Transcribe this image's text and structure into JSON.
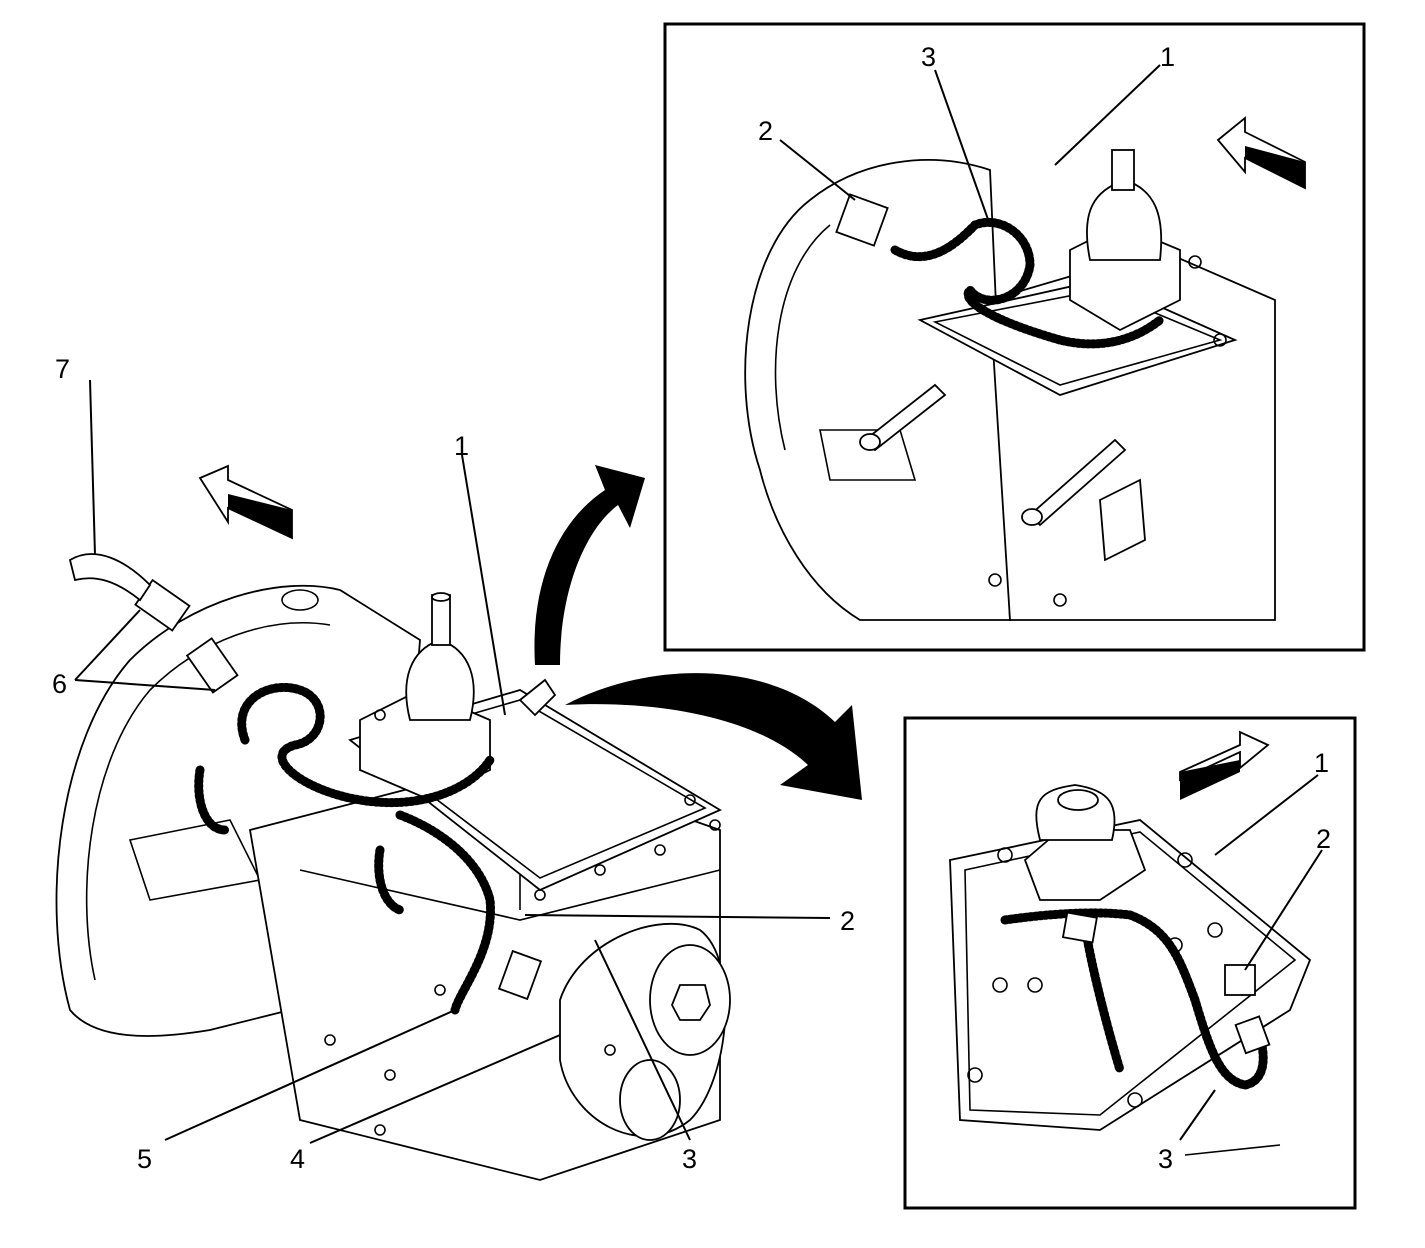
{
  "main_view": {
    "callouts": {
      "c1": "1",
      "c2": "2",
      "c3": "3",
      "c4": "4",
      "c5": "5",
      "c6": "6",
      "c7": "7"
    }
  },
  "inset_top": {
    "callouts": {
      "c1": "1",
      "c2": "2",
      "c3": "3"
    }
  },
  "inset_bottom": {
    "callouts": {
      "c1": "1",
      "c2": "2",
      "c3": "3"
    }
  }
}
